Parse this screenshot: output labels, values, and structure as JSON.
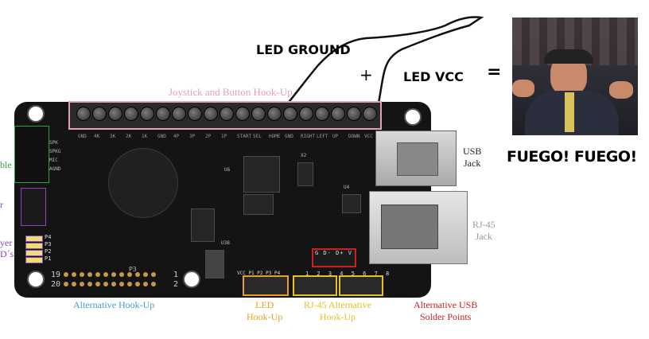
{
  "annotations": {
    "led_ground": "LED GROUND",
    "plus": "+",
    "led_vcc": "LED VCC",
    "equals": "=",
    "fuego": "FUEGO! FUEGO!"
  },
  "labels": {
    "joystick": "Joystick and Button Hook-Up",
    "usb_jack": "USB\nJack",
    "rj45_jack": "RJ-45\nJack",
    "alt_hookup": "Alternative Hook-Up",
    "led_hookup": "LED\nHook-Up",
    "rj45_alt": "RJ-45 Alternative\nHook-Up",
    "alt_usb": "Alternative USB\nSolder Points",
    "partial_ble": "ble",
    "partial_r": "r",
    "partial_layer": "yer",
    "partial_leds": "D´s"
  },
  "board": {
    "pins": [
      "GND",
      "4K",
      "3K",
      "2K",
      "1K",
      "GND",
      "4P",
      "3P",
      "2P",
      "1P",
      "START",
      "SEL",
      "HOME",
      "GND",
      "RIGHT",
      "LEFT",
      "UP",
      "DOWN",
      "VCC"
    ],
    "led_header": "VCC P1 P2 P3 P4",
    "rj45_header": "1 2 3 4 5 6 7 8",
    "usb_pads": "G D- D+ V",
    "row_19": "19",
    "row_20": "20",
    "row_1": "1",
    "row_2": "2",
    "p3": "P3",
    "u3b": "U3B",
    "x2": "X2",
    "u4": "U4",
    "u6": "U6",
    "leds": [
      "P4",
      "P3",
      "P2",
      "P1"
    ],
    "side_labels": [
      "SPK",
      "SPKG",
      "MIC",
      "AGND"
    ],
    "colors": {
      "joystick": "#e8a0b4",
      "usb_jack": "#222222",
      "rj45_jack": "#9a9a9a",
      "alt_hookup": "#3fa0d8",
      "led_hookup": "#e8a020",
      "rj45_alt": "#e8c020",
      "alt_usb": "#cc2020",
      "partial_ble": "#2ea040",
      "partial_r": "#9040c0",
      "partial_layer": "#9040c0"
    }
  }
}
